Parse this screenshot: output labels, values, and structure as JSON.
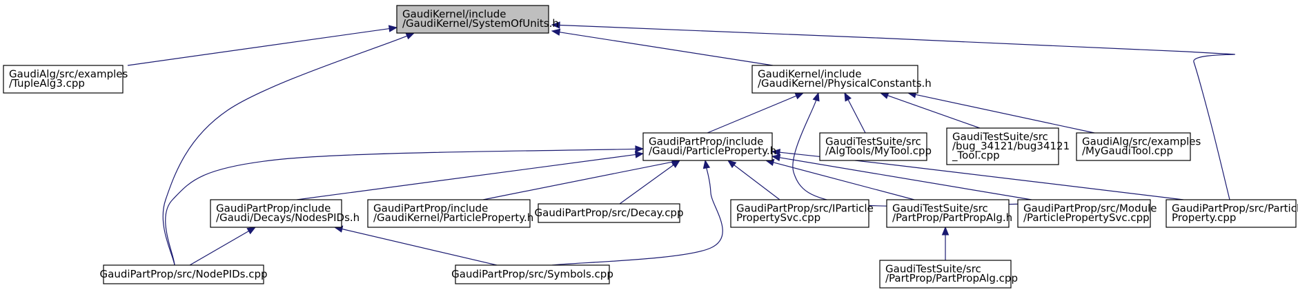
{
  "graph": {
    "colors": {
      "edge": "#191970",
      "node_fill": "#ffffff",
      "focus_fill": "#bfbfbf",
      "border": "#000000"
    },
    "nodes": [
      {
        "id": "sou",
        "lines": [
          "GaudiKernel/include",
          "/GaudiKernel/SystemOfUnits.h"
        ],
        "focus": true
      },
      {
        "id": "tup",
        "lines": [
          "GaudiAlg/src/examples",
          "/TupleAlg3.cpp"
        ]
      },
      {
        "id": "phc",
        "lines": [
          "GaudiKernel/include",
          "/GaudiKernel/PhysicalConstants.h"
        ]
      },
      {
        "id": "pph",
        "lines": [
          "GaudiPartProp/include",
          "/Gaudi/ParticleProperty.h"
        ]
      },
      {
        "id": "alt",
        "lines": [
          "GaudiTestSuite/src",
          "/AlgTools/MyTool.cpp"
        ]
      },
      {
        "id": "bug",
        "lines": [
          "GaudiTestSuite/src",
          "/bug_34121/bug34121",
          "_Tool.cpp"
        ]
      },
      {
        "id": "mgt",
        "lines": [
          "GaudiAlg/src/examples",
          "/MyGaudiTool.cpp"
        ]
      },
      {
        "id": "npi",
        "lines": [
          "GaudiPartProp/include",
          "/Gaudi/Decays/NodesPIDs.h"
        ]
      },
      {
        "id": "gpk",
        "lines": [
          "GaudiPartProp/include",
          "/GaudiKernel/ParticleProperty.h"
        ]
      },
      {
        "id": "dec",
        "lines": [
          "GaudiPartProp/src/Decay.cpp"
        ]
      },
      {
        "id": "ips",
        "lines": [
          "GaudiPartProp/src/IParticle",
          "PropertySvc.cpp"
        ]
      },
      {
        "id": "ppa",
        "lines": [
          "GaudiTestSuite/src",
          "/PartProp/PartPropAlg.h"
        ]
      },
      {
        "id": "mod",
        "lines": [
          "GaudiPartProp/src/Module",
          "/ParticlePropertySvc.cpp"
        ]
      },
      {
        "id": "ppc",
        "lines": [
          "GaudiPartProp/src/Particle",
          "Property.cpp"
        ]
      },
      {
        "id": "ncp",
        "lines": [
          "GaudiPartProp/src/NodePIDs.cpp"
        ]
      },
      {
        "id": "sym",
        "lines": [
          "GaudiPartProp/src/Symbols.cpp"
        ]
      },
      {
        "id": "pac",
        "lines": [
          "GaudiTestSuite/src",
          "/PartProp/PartPropAlg.cpp"
        ]
      }
    ],
    "edges": [
      {
        "from": "tup",
        "to": "sou"
      },
      {
        "from": "phc",
        "to": "sou"
      },
      {
        "from": "ppc",
        "to": "sou"
      },
      {
        "from": "ncp",
        "to": "sou"
      },
      {
        "from": "pph",
        "to": "phc"
      },
      {
        "from": "alt",
        "to": "phc"
      },
      {
        "from": "bug",
        "to": "phc"
      },
      {
        "from": "mgt",
        "to": "phc"
      },
      {
        "from": "mod",
        "to": "phc"
      },
      {
        "from": "ncp",
        "to": "pph"
      },
      {
        "from": "npi",
        "to": "pph"
      },
      {
        "from": "gpk",
        "to": "pph"
      },
      {
        "from": "dec",
        "to": "pph"
      },
      {
        "from": "sym",
        "to": "pph"
      },
      {
        "from": "ips",
        "to": "pph"
      },
      {
        "from": "ppa",
        "to": "pph"
      },
      {
        "from": "mod",
        "to": "pph"
      },
      {
        "from": "ppc",
        "to": "pph"
      },
      {
        "from": "ncp",
        "to": "npi"
      },
      {
        "from": "sym",
        "to": "npi"
      },
      {
        "from": "pac",
        "to": "ppa"
      }
    ]
  }
}
